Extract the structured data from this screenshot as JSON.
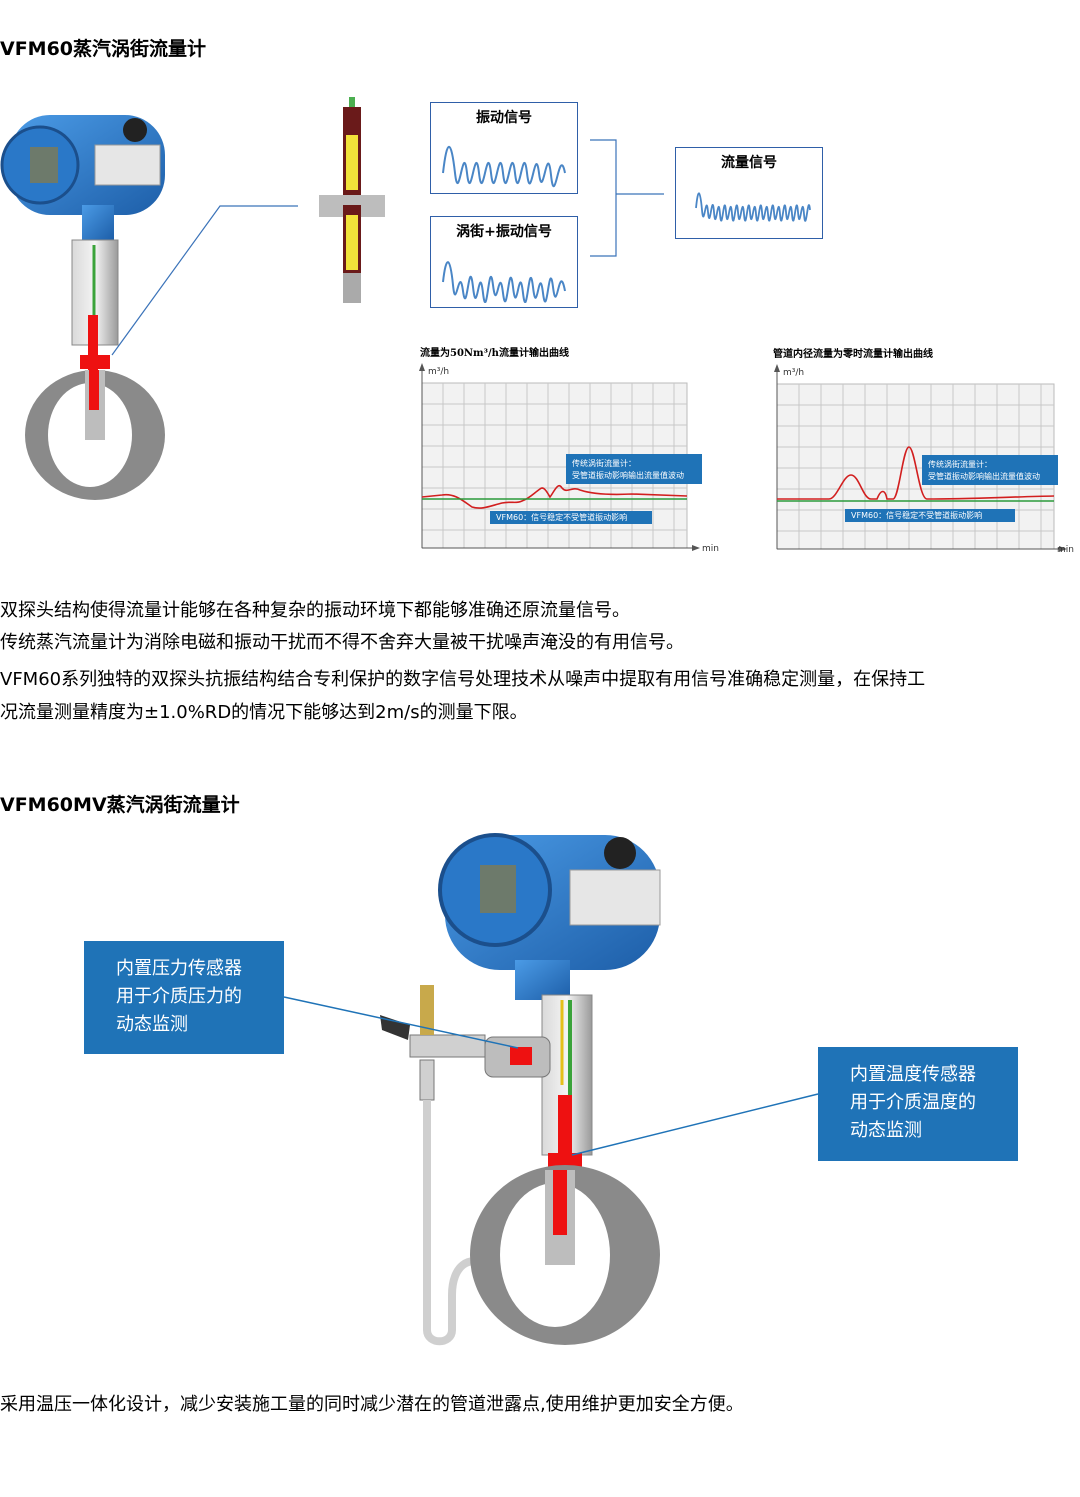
{
  "section1": {
    "title": "VFM60蒸汽涡街流量计",
    "signal_vibration": "振动信号",
    "signal_vortex_vibration": "涡街+振动信号",
    "signal_flow": "流量信号",
    "chart_left": {
      "title": "流量为50Nm³/h流量计输出曲线",
      "y_unit": "m³/h",
      "x_unit": "min",
      "traditional_label_1": "传统涡街流量计：",
      "traditional_label_2": "受管道振动影响输出流量值波动",
      "vfm60_label": "VFM60：信号稳定不受管道振动影响"
    },
    "chart_right": {
      "title": "管道内径流量为零时流量计输出曲线",
      "y_unit": "m³/h",
      "x_unit": "min",
      "traditional_label_1": "传统涡街流量计：",
      "traditional_label_2": "受管道振动影响输出流量值波动",
      "vfm60_label": "VFM60：信号稳定不受管道振动影响"
    },
    "paragraphs": [
      "双探头结构使得流量计能够在各种复杂的振动环境下都能够准确还原流量信号。",
      "传统蒸汽流量计为消除电磁和振动干扰而不得不舍弃大量被干扰噪声淹没的有用信号。",
      "VFM60系列独特的双探头抗振结构结合专利保护的数字信号处理技术从噪声中提取有用信号准确稳定测量，在保持工",
      "况流量测量精度为±1.0%RD的情况下能够达到2m/s的测量下限。"
    ]
  },
  "section2": {
    "title": "VFM60MV蒸汽涡街流量计",
    "pressure_callout": [
      "内置压力传感器",
      "用于介质压力的",
      "动态监测"
    ],
    "temp_callout": [
      "内置温度传感器",
      "用于介质温度的",
      "动态监测"
    ],
    "paragraph": "采用温压一体化设计，减少安装施工量的同时减少潜在的管道泄露点,使用维护更加安全方便。"
  },
  "colors": {
    "brand_blue": "#1f73b7",
    "device_blue": "#2a78c8",
    "box_border": "#2f5fa8",
    "signal_line": "#4a86c6",
    "red_curve": "#d21f1f",
    "green_curve": "#2a9a3a"
  }
}
